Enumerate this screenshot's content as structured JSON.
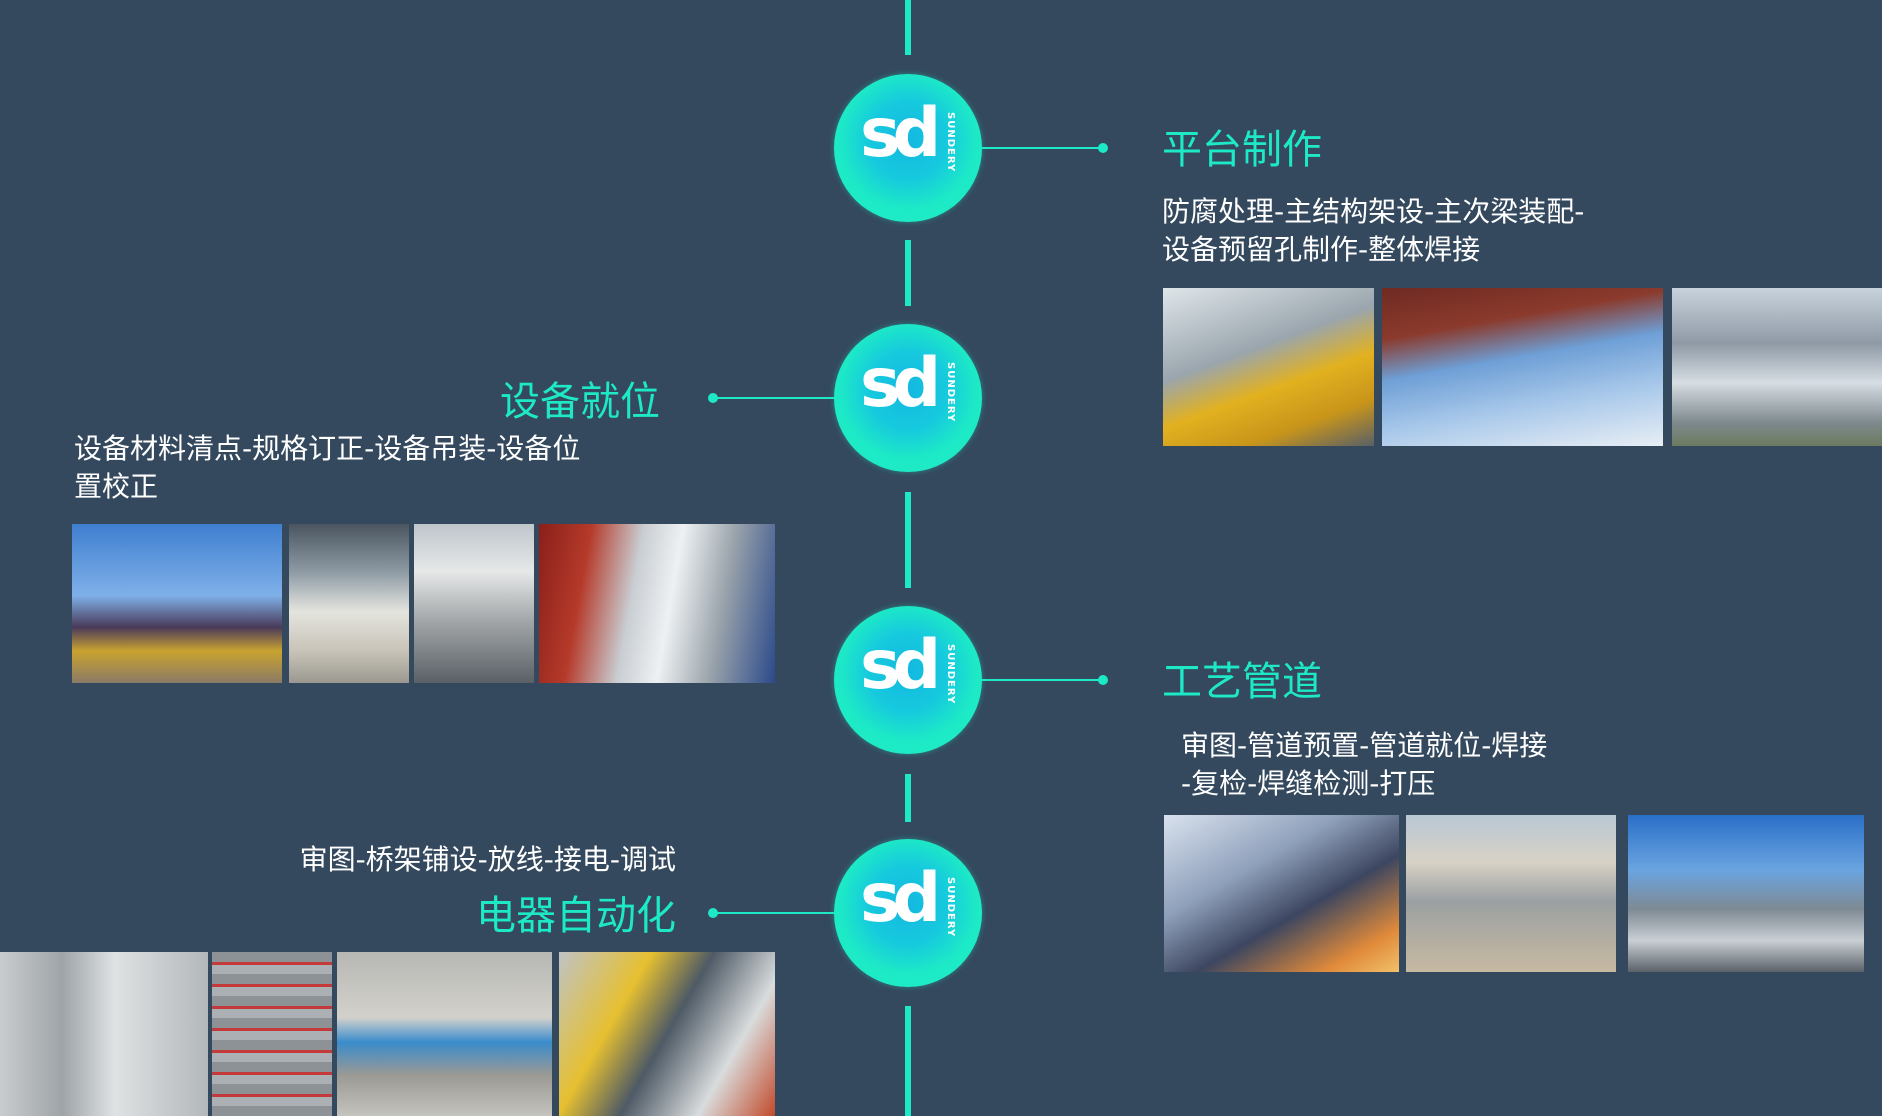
{
  "logo": {
    "mark": "sd",
    "brand": "SUNDERY"
  },
  "steps": [
    {
      "title": "平台制作",
      "lines": [
        "防腐处理-主结构架设-主次梁装配-",
        "设备预留孔制作-整体焊接"
      ]
    },
    {
      "title": "设备就位",
      "lines": [
        "设备材料清点-规格订正-设备吊装-设备位",
        "置校正"
      ]
    },
    {
      "title": "工艺管道",
      "lines": [
        "审图-管道预置-管道就位-焊接",
        "-复检-焊缝检测-打压"
      ]
    },
    {
      "title": "电器自动化",
      "lines": [
        "审图-桥架铺设-放线-接电-调试"
      ]
    }
  ],
  "colors": {
    "background": "#34495e",
    "accent": "#1de9c6"
  }
}
